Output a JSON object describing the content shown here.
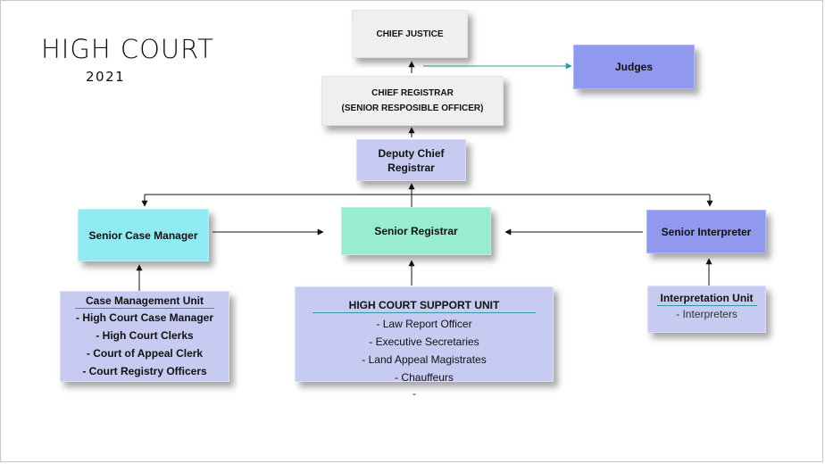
{
  "header": {
    "title": "HIGH COURT",
    "year": "2021"
  },
  "boxes": {
    "chief_justice": "CHIEF JUSTICE",
    "judges": "Judges",
    "chief_registrar_line1": "CHIEF REGISTRAR",
    "chief_registrar_line2": "(SENIOR RESPOSIBLE OFFICER)",
    "deputy_line1": "Deputy Chief",
    "deputy_line2": "Registrar",
    "senior_case_manager": "Senior Case Manager",
    "senior_registrar": "Senior Registrar",
    "senior_interpreter": "Senior Interpreter"
  },
  "case_management_unit": {
    "title": "Case Management Unit",
    "items": [
      "-   High Court Case Manager",
      "-   High Court Clerks",
      "-   Court of Appeal Clerk",
      "-  Court Registry Officers"
    ]
  },
  "support_unit": {
    "title": "HIGH COURT SUPPORT UNIT",
    "items": [
      "-   Law Report Officer",
      "-   Executive Secretaries",
      "-    Land Appeal Magistrates",
      "-      Chauffeurs",
      "-"
    ]
  },
  "interpretation_unit": {
    "title": "Interpretation Unit",
    "items": [
      "- Interpreters"
    ]
  },
  "colors": {
    "gray_box": "#efefef",
    "blue_box": "#9099ee",
    "lavender_box": "#c7cbf1",
    "cyan_box": "#8feaf2",
    "mint_box": "#98ecd0",
    "teal_connector": "#2a9da0"
  }
}
